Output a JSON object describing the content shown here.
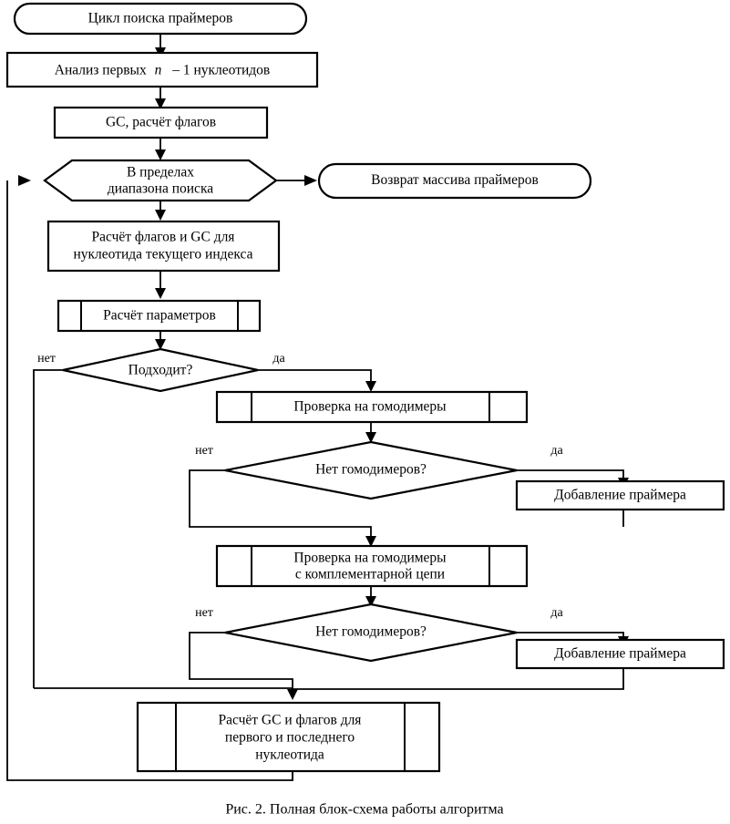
{
  "figure": {
    "caption": "Рис. 2. Полная блок-схема работы алгоритма",
    "language": "ru",
    "colors": {
      "background": "#ffffff",
      "stroke": "#000000",
      "text": "#000000"
    }
  },
  "nodes": {
    "start": {
      "shape": "terminator-oval",
      "label": "Цикл поиска праймеров"
    },
    "analyze_first": {
      "shape": "process-rect",
      "label_pre": "Анализ первых",
      "label_var": "n",
      "label_post": "– 1 нуклеотидов",
      "label_full": "Анализ первых n – 1 нуклеотидов"
    },
    "gc_flags": {
      "shape": "process-rect",
      "label": "GC, расчёт флагов"
    },
    "in_range": {
      "shape": "preparation-hexagon",
      "label_line1": "В пределах",
      "label_line2": "диапазона поиска"
    },
    "return_array": {
      "shape": "terminator-oval",
      "label": "Возврат массива праймеров"
    },
    "calc_flags_gc_index": {
      "shape": "process-rect",
      "label_line1": "Расчёт флагов и GC для",
      "label_line2": "нуклеотида текущего индекса"
    },
    "calc_params": {
      "shape": "subroutine-rect",
      "label": "Расчёт параметров"
    },
    "suitable": {
      "shape": "decision-diamond",
      "label": "Подходит?"
    },
    "check_homodimers_1": {
      "shape": "subroutine-rect",
      "label": "Проверка на гомодимеры"
    },
    "no_homodimers_1": {
      "shape": "decision-diamond",
      "label": "Нет гомодимеров?"
    },
    "add_primer_1": {
      "shape": "process-rect",
      "label": "Добавление праймера"
    },
    "check_homodimers_complementary": {
      "shape": "subroutine-rect",
      "label_line1": "Проверка на гомодимеры",
      "label_line2": "с комплементарной цепи"
    },
    "no_homodimers_2": {
      "shape": "decision-diamond",
      "label": "Нет гомодимеров?"
    },
    "add_primer_2": {
      "shape": "process-rect",
      "label": "Добавление праймера"
    },
    "calc_gc_flags_first_last": {
      "shape": "subroutine-rect",
      "label_line1": "Расчёт GC и флагов для",
      "label_line2": "первого и последнего",
      "label_line3": "нуклеотида"
    }
  },
  "edge_labels": {
    "suitable_no": "нет",
    "suitable_yes": "да",
    "homodimers1_no": "нет",
    "homodimers1_yes": "да",
    "homodimers2_no": "нет",
    "homodimers2_yes": "да"
  }
}
